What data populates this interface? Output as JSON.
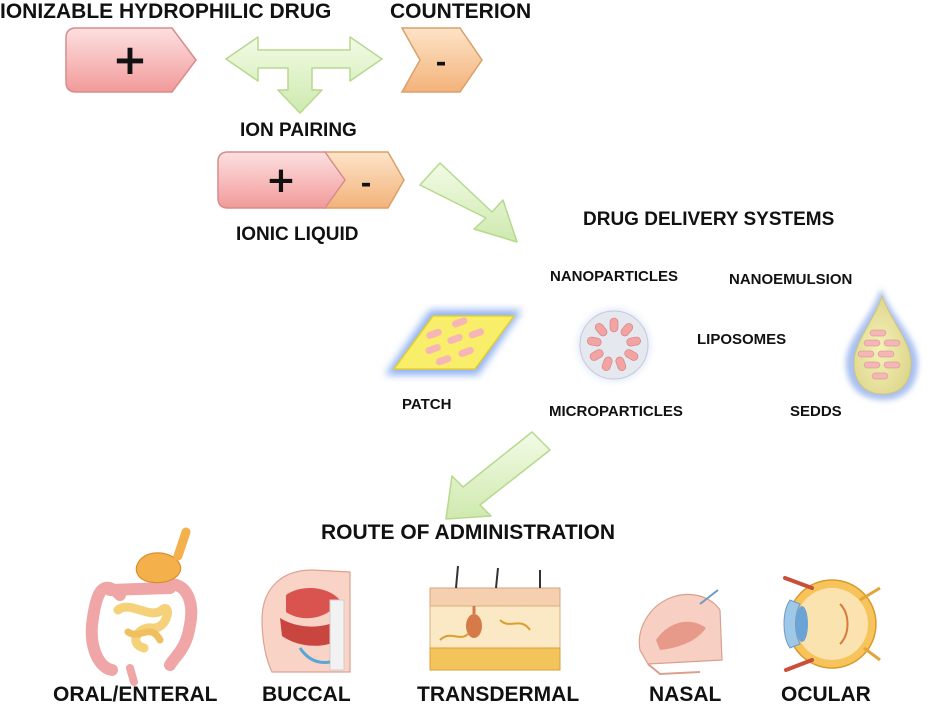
{
  "labels": {
    "drug": "IONIZABLE HYDROPHILIC DRUG",
    "counterion": "COUNTERION",
    "ion_pairing": "ION PAIRING",
    "ionic_liquid": "IONIC LIQUID",
    "dds": "DRUG DELIVERY SYSTEMS",
    "nanoparticles": "NANOPARTICLES",
    "nanoemulsion": "NANOEMULSION",
    "liposomes": "LIPOSOMES",
    "patch": "PATCH",
    "microparticles": "MICROPARTICLES",
    "sedds": "SEDDS",
    "route": "ROUTE OF ADMINISTRATION"
  },
  "signs": {
    "plus": "+",
    "minus": "-"
  },
  "routes": [
    {
      "label": "ORAL/ENTERAL",
      "icon": "intestine-icon"
    },
    {
      "label": "BUCCAL",
      "icon": "mouth-icon"
    },
    {
      "label": "TRANSDERMAL",
      "icon": "skin-icon"
    },
    {
      "label": "NASAL",
      "icon": "nose-icon"
    },
    {
      "label": "OCULAR",
      "icon": "eye-icon"
    }
  ],
  "colors": {
    "cation_fill": "#f6a7a7",
    "anion_fill": "#f7c28e",
    "arrow_fill": "#dff3c4",
    "arrow_stroke": "#b6d98e"
  }
}
